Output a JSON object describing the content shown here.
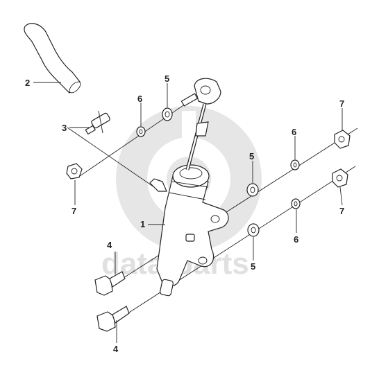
{
  "watermark": {
    "text": "data-parts",
    "color": "#e0e0e0"
  },
  "callouts": [
    {
      "id": "c1",
      "label": "1"
    },
    {
      "id": "c2",
      "label": "2"
    },
    {
      "id": "c3",
      "label": "3"
    },
    {
      "id": "c4a",
      "label": "4"
    },
    {
      "id": "c4b",
      "label": "4"
    },
    {
      "id": "c5a",
      "label": "5"
    },
    {
      "id": "c5b",
      "label": "5"
    },
    {
      "id": "c5c",
      "label": "5"
    },
    {
      "id": "c6a",
      "label": "6"
    },
    {
      "id": "c6b",
      "label": "6"
    },
    {
      "id": "c6c",
      "label": "6"
    },
    {
      "id": "c7a",
      "label": "7"
    },
    {
      "id": "c7b",
      "label": "7"
    },
    {
      "id": "c7c",
      "label": "7"
    }
  ]
}
